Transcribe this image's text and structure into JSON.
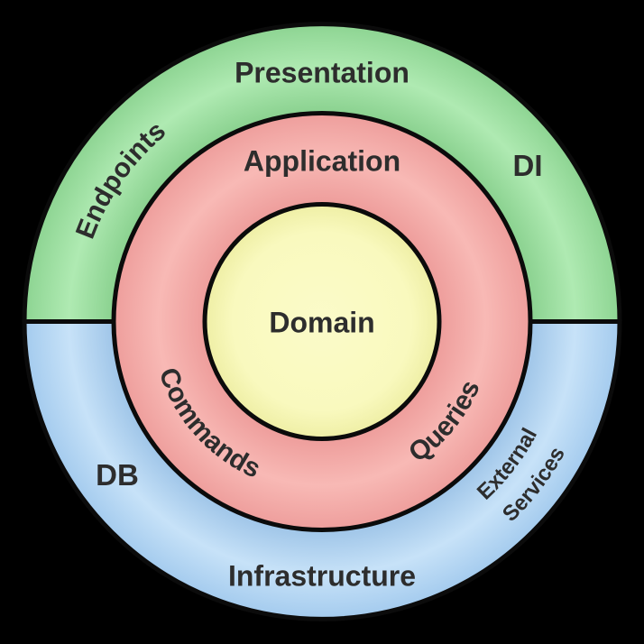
{
  "colors": {
    "background": "#000000",
    "outline": "#0B0B0B",
    "text": "#2D2D2D",
    "green_edge": "#8AD18F",
    "green_light": "#AFEAB2",
    "green_outer": "#8DD492",
    "red_edge": "#EE9E9C",
    "red_light": "#F8B9B5",
    "yellow_center": "#FBFBC9",
    "yellow_mid": "#F9F9BE",
    "yellow_edge": "#EFEFA6",
    "blue_edge": "#9FC5E8",
    "blue_light": "#C7E2F8",
    "blue_outer": "#A4CBEE"
  },
  "rings": {
    "presentation": {
      "label": "Presentation"
    },
    "application": {
      "label": "Application"
    },
    "domain": {
      "label": "Domain"
    },
    "infrastructure": {
      "label": "Infrastructure"
    }
  },
  "annotations": {
    "endpoints": "Endpoints",
    "di": "DI",
    "commands": "Commands",
    "queries": "Queries",
    "db": "DB",
    "external_services_line1": "External",
    "external_services_line2": "Services"
  }
}
